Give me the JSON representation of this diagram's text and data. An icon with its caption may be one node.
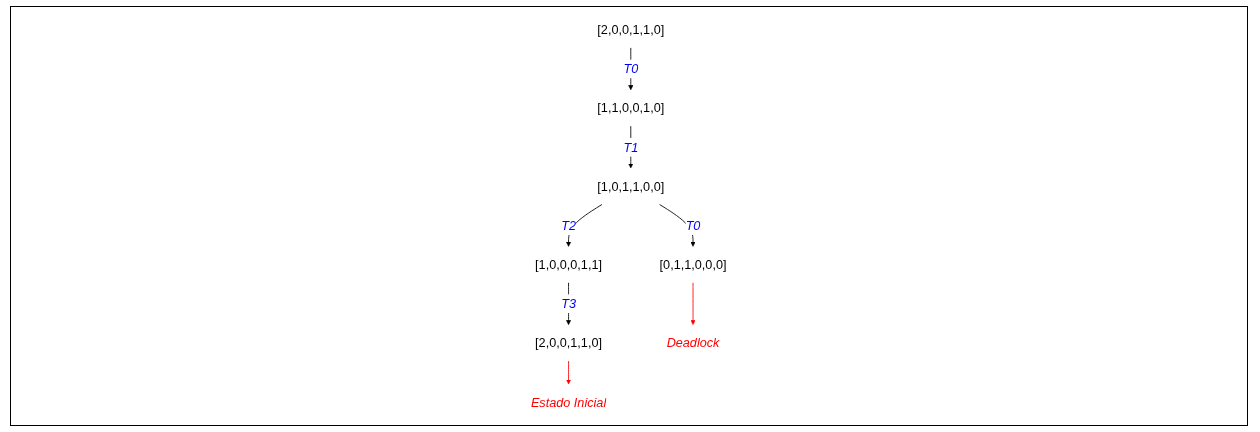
{
  "diagram": {
    "nodes": [
      {
        "text": [
          "[2,0,0,1,1,0]"
        ]
      },
      {
        "text": [
          "[1,1,0,0,1,0]"
        ]
      },
      {
        "text": [
          "[1,0,1,1,0,0]"
        ]
      },
      {
        "text": [
          "[1,0,0,0,1,1]"
        ]
      },
      {
        "text": [
          "[0,1,1,0,0,0]"
        ]
      },
      {
        "text": [
          "[2,0,0,1,1,0]"
        ]
      },
      {
        "text": [
          "Deadlock"
        ]
      },
      {
        "text": [
          "Estado Inicial"
        ]
      }
    ],
    "edges": [
      {
        "from": 0,
        "to": 1,
        "arrow": "to",
        "label": "T0"
      },
      {
        "from": 1,
        "to": 2,
        "arrow": "to",
        "label": "T1"
      },
      {
        "from": 2,
        "to": 3,
        "arrow": "to",
        "label": "T2"
      },
      {
        "from": 2,
        "to": 4,
        "arrow": "to",
        "label": "T0"
      },
      {
        "from": 3,
        "to": 5,
        "arrow": "to",
        "label": "T3"
      },
      {
        "from": 4,
        "to": 6,
        "arrow": "to",
        "color": "#ff0000"
      },
      {
        "from": 5,
        "to": 7,
        "arrow": "to",
        "color": "#ff0000"
      }
    ]
  }
}
